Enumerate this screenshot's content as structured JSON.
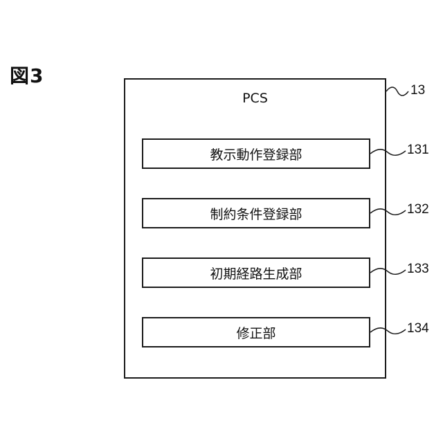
{
  "figure": {
    "label": "図3"
  },
  "main": {
    "title": "PCS",
    "ref": "13",
    "units": [
      {
        "label": "教示動作登録部",
        "ref": "131"
      },
      {
        "label": "制約条件登録部",
        "ref": "132"
      },
      {
        "label": "初期経路生成部",
        "ref": "133"
      },
      {
        "label": "修正部",
        "ref": "134"
      }
    ]
  }
}
